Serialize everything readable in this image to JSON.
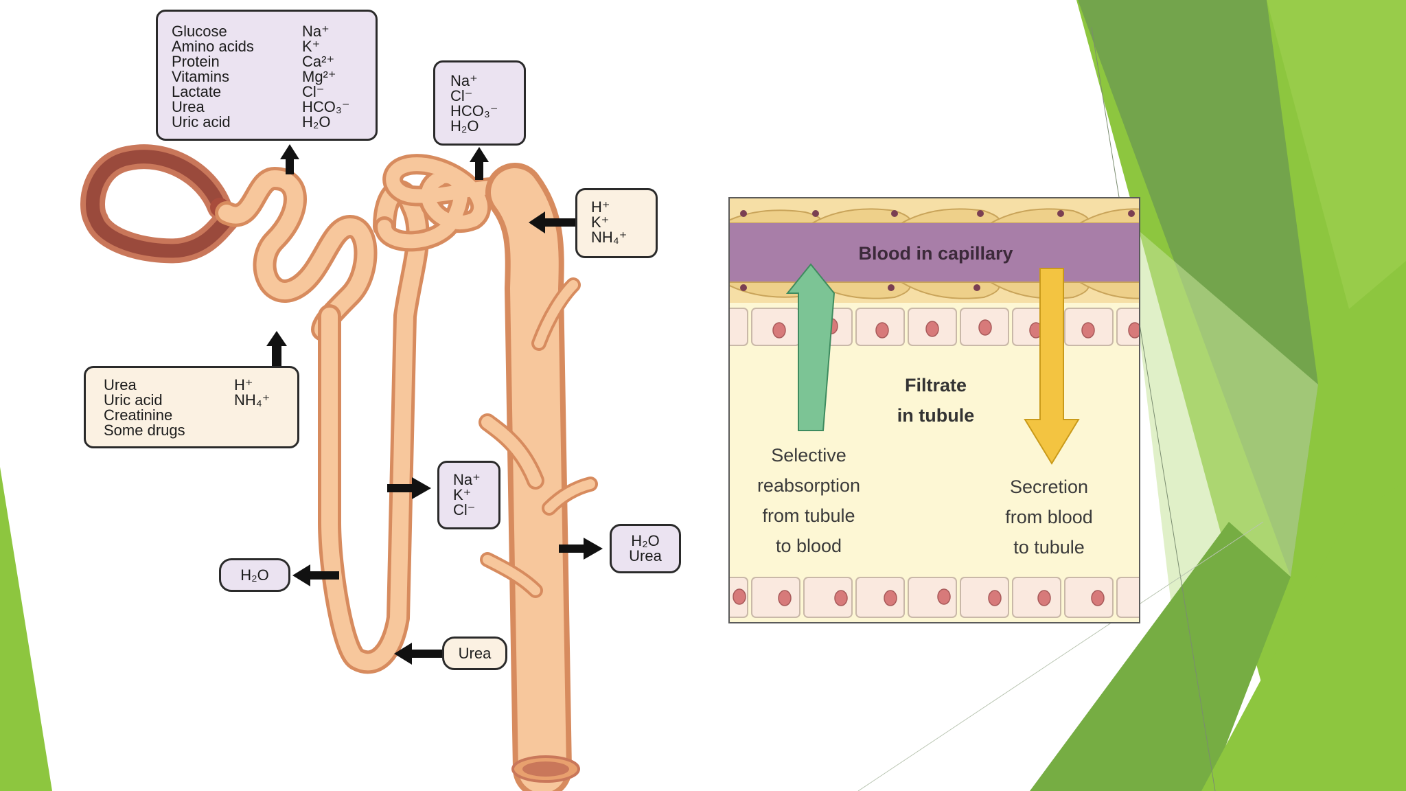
{
  "left_diagram": {
    "box_reabsorbed_pct": {
      "col1": [
        "Glucose",
        "Amino acids",
        "Protein",
        "Vitamins",
        "Lactate",
        "Urea",
        "Uric acid"
      ],
      "col2": [
        "Na⁺",
        "K⁺",
        "Ca²⁺",
        "Mg²⁺",
        "Cl⁻",
        "HCO₃⁻",
        "H₂O"
      ]
    },
    "box_reabsorbed_dct": [
      "Na⁺",
      "Cl⁻",
      "HCO₃⁻",
      "H₂O"
    ],
    "box_secreted_cd": [
      "H⁺",
      "K⁺",
      "NH₄⁺"
    ],
    "box_secreted_pct": {
      "col1": [
        "Urea",
        "Uric acid",
        "Creatinine",
        "Some drugs"
      ],
      "col2": [
        "H⁺",
        "NH₄⁺"
      ]
    },
    "box_ascending_limb": [
      "Na⁺",
      "K⁺",
      "Cl⁻"
    ],
    "box_descending_limb": "H₂O",
    "box_collecting_duct": [
      "H₂O",
      "Urea"
    ],
    "box_loop_bottom": "Urea"
  },
  "right_diagram": {
    "capillary_label": "Blood in capillary",
    "filtrate_label": [
      "Filtrate",
      "in tubule"
    ],
    "reabsorption_label": [
      "Selective",
      "reabsorption",
      "from tubule",
      "to blood"
    ],
    "secretion_label": [
      "Secretion",
      "from blood",
      "to tubule"
    ],
    "colors": {
      "capillary": "#a87ea8",
      "endothelium": "#f6dfa6",
      "tubule_cells": "#fae9df",
      "nucleus": "#d77a7a",
      "filtrate": "#fdf7d4",
      "reabsorption_arrow": "#7cc495",
      "secretion_arrow": "#f3c441"
    }
  },
  "theme": {
    "accent_green": "#8dc63f",
    "dark_green": "#5a9a34"
  }
}
